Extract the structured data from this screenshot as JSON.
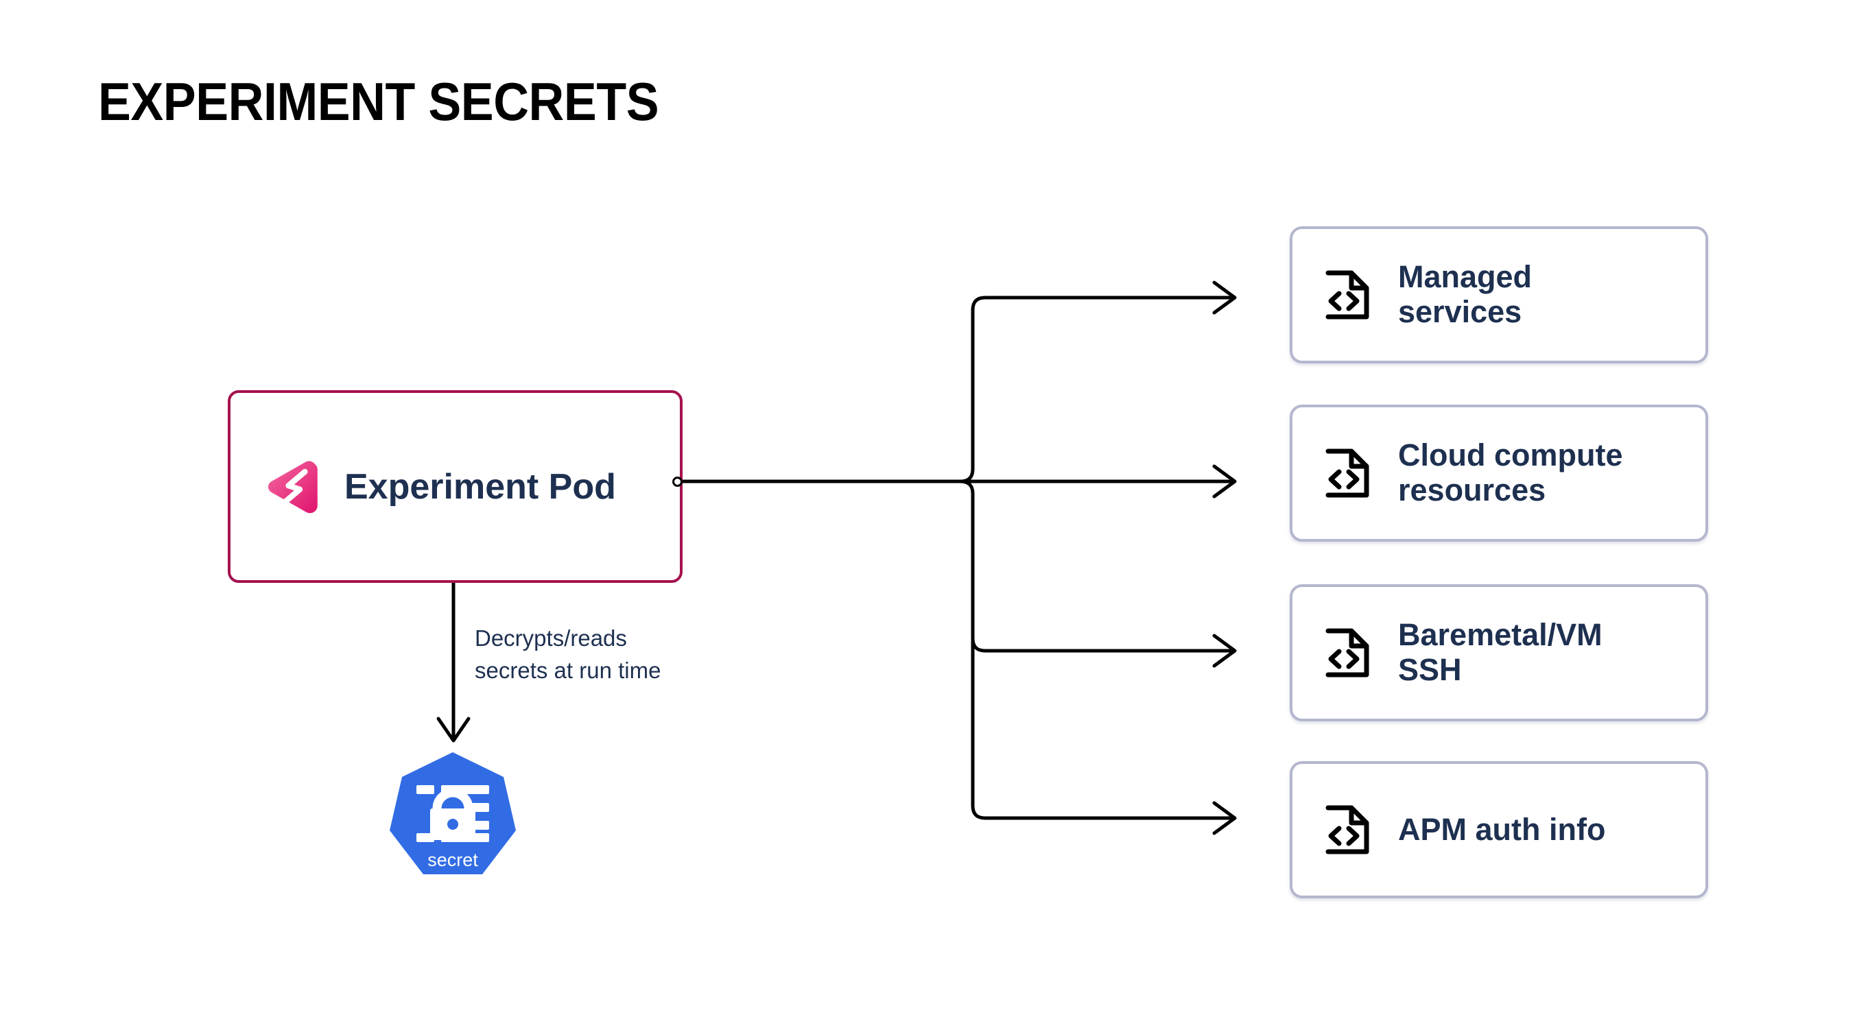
{
  "title": "EXPERIMENT SECRETS",
  "colors": {
    "pod_border": "#A5114E",
    "card_border": "#B4B7CE",
    "text_navy": "#1E3050",
    "k8s_blue": "#326CE5",
    "logo_pink_light": "#F2609B",
    "logo_pink_dark": "#E01E74",
    "connector": "#000000",
    "background": "#FFFFFF"
  },
  "source_node": {
    "label": "Experiment Pod",
    "icon": "chaos-mesh-logo-icon"
  },
  "secret_node": {
    "label": "secret",
    "icon": "kubernetes-secret-icon"
  },
  "edge_annotation": {
    "line1": "Decrypts/reads",
    "line2": "secrets at run time"
  },
  "targets": [
    {
      "label_line1": "Managed",
      "label_line2": "services",
      "icon": "file-code-icon"
    },
    {
      "label_line1": "Cloud compute",
      "label_line2": "resources",
      "icon": "file-code-icon"
    },
    {
      "label_line1": "Baremetal/VM",
      "label_line2": "SSH",
      "icon": "file-code-icon"
    },
    {
      "label_line1": "APM auth info",
      "label_line2": "",
      "icon": "file-code-icon"
    }
  ]
}
